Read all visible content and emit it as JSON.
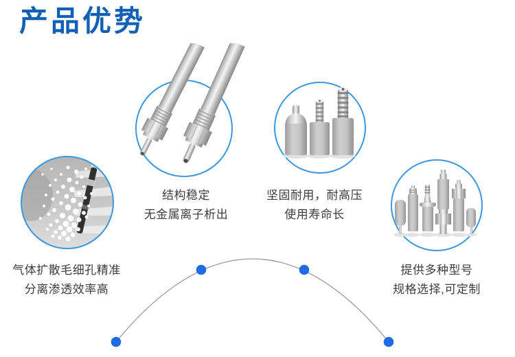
{
  "header": {
    "title": "产品优势",
    "accent_color": "#1260b5"
  },
  "features": [
    {
      "photo": "aeration-bubbles-photo",
      "line1": "气体扩散毛细孔精准",
      "line2": "分离渗透效率高"
    },
    {
      "photo": "threaded-tube-fittings-photo",
      "line1": "结构稳定",
      "line2": "无金属离子析出"
    },
    {
      "photo": "sintered-diffusion-stones-photo",
      "line1": "坚固耐用，耐高压",
      "line2": "使用寿命长"
    },
    {
      "photo": "assorted-model-fittings-photo",
      "line1": "提供多种型号",
      "line2": "规格选择,可定制"
    }
  ],
  "colors": {
    "title_blue": "#1260b5",
    "circle_border_blue": "#3c96dd",
    "dot_blue": "#1d6be5",
    "arc_gray": "#9b9b9b",
    "body_text": "#3d3d3d"
  }
}
